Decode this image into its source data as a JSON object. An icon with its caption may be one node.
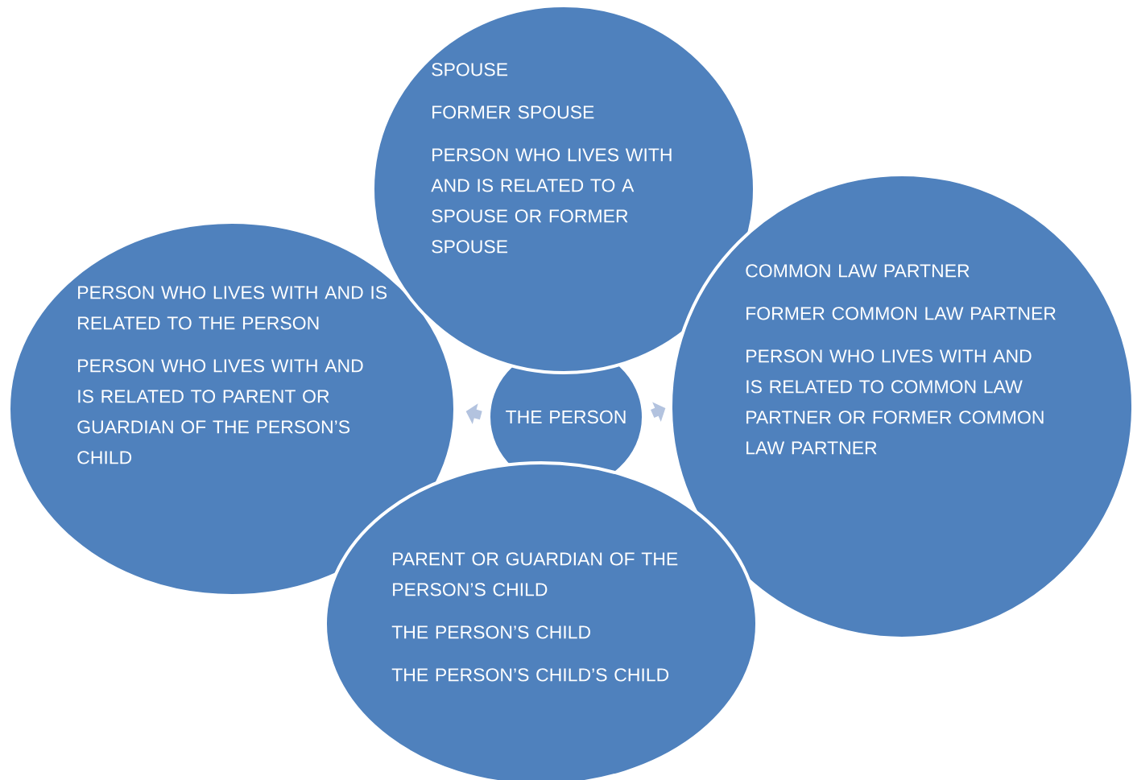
{
  "diagram": {
    "nodes": [
      {
        "text": [
          "SPOUSE",
          "FORMER SPOUSE",
          "PERSON WHO LIVES WITH AND IS RELATED TO A SPOUSE OR FORMER SPOUSE"
        ]
      },
      {
        "text": [
          "PERSON WHO LIVES WITH AND IS RELATED TO THE PERSON",
          "PERSON WHO LIVES WITH AND IS RELATED TO PARENT OR GUARDIAN OF THE PERSON’S CHILD"
        ]
      },
      {
        "text": [
          "THE PERSON"
        ]
      },
      {
        "text": [
          "COMMON LAW PARTNER",
          "FORMER COMMON LAW PARTNER",
          "PERSON WHO LIVES WITH AND IS RELATED TO COMMON LAW PARTNER OR FORMER COMMON LAW PARTNER"
        ]
      },
      {
        "text": [
          "PARENT OR GUARDIAN OF THE PERSON’S CHILD",
          "THE PERSON’S CHILD",
          "THE PERSON’S CHILD’S CHILD"
        ]
      }
    ],
    "edges": [
      {
        "from": 2,
        "to": 1,
        "arrow": "to"
      },
      {
        "from": 2,
        "to": 3,
        "arrow": "to"
      }
    ]
  }
}
